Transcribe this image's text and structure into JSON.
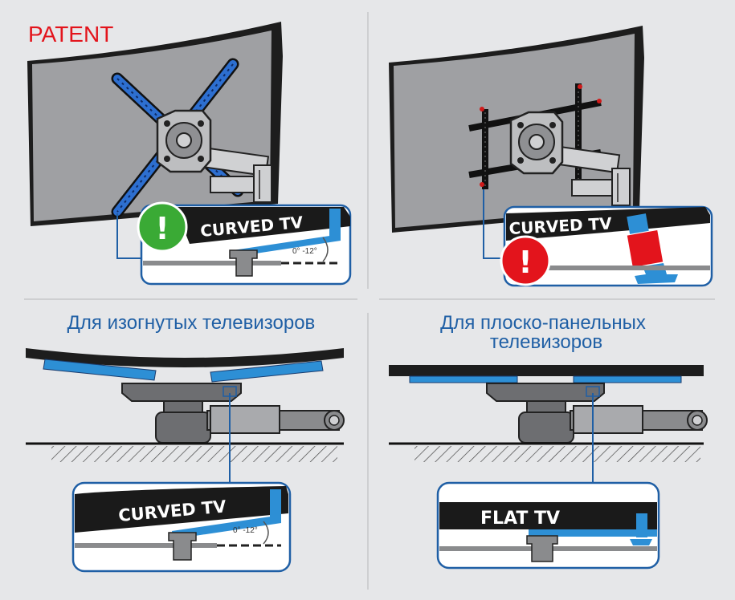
{
  "patent_label": "PATENT",
  "panels": {
    "curved_mount": {
      "callout": {
        "label": "CURVED TV",
        "angle": "0° -12°",
        "status": "!",
        "status_color": "#3aaa35"
      }
    },
    "flat_mount": {
      "callout": {
        "label": "CURVED TV",
        "status": "!",
        "status_color": "#e3141c"
      }
    },
    "curved_section": {
      "caption": "Для изогнутых телевизоров",
      "callout": {
        "label": "CURVED TV",
        "angle": "0° -12°"
      }
    },
    "flat_section": {
      "caption_line1": "Для плоско-панельных",
      "caption_line2": "телевизоров",
      "callout": {
        "label": "FLAT TV"
      }
    }
  },
  "colors": {
    "background": "#e6e7e9",
    "accent_blue": "#2d8fd5",
    "caption_blue": "#1f5fa5",
    "patent_red": "#e3141c",
    "ok_green": "#3aaa35",
    "alert_red": "#e3141c",
    "screen_dark": "#222222"
  }
}
